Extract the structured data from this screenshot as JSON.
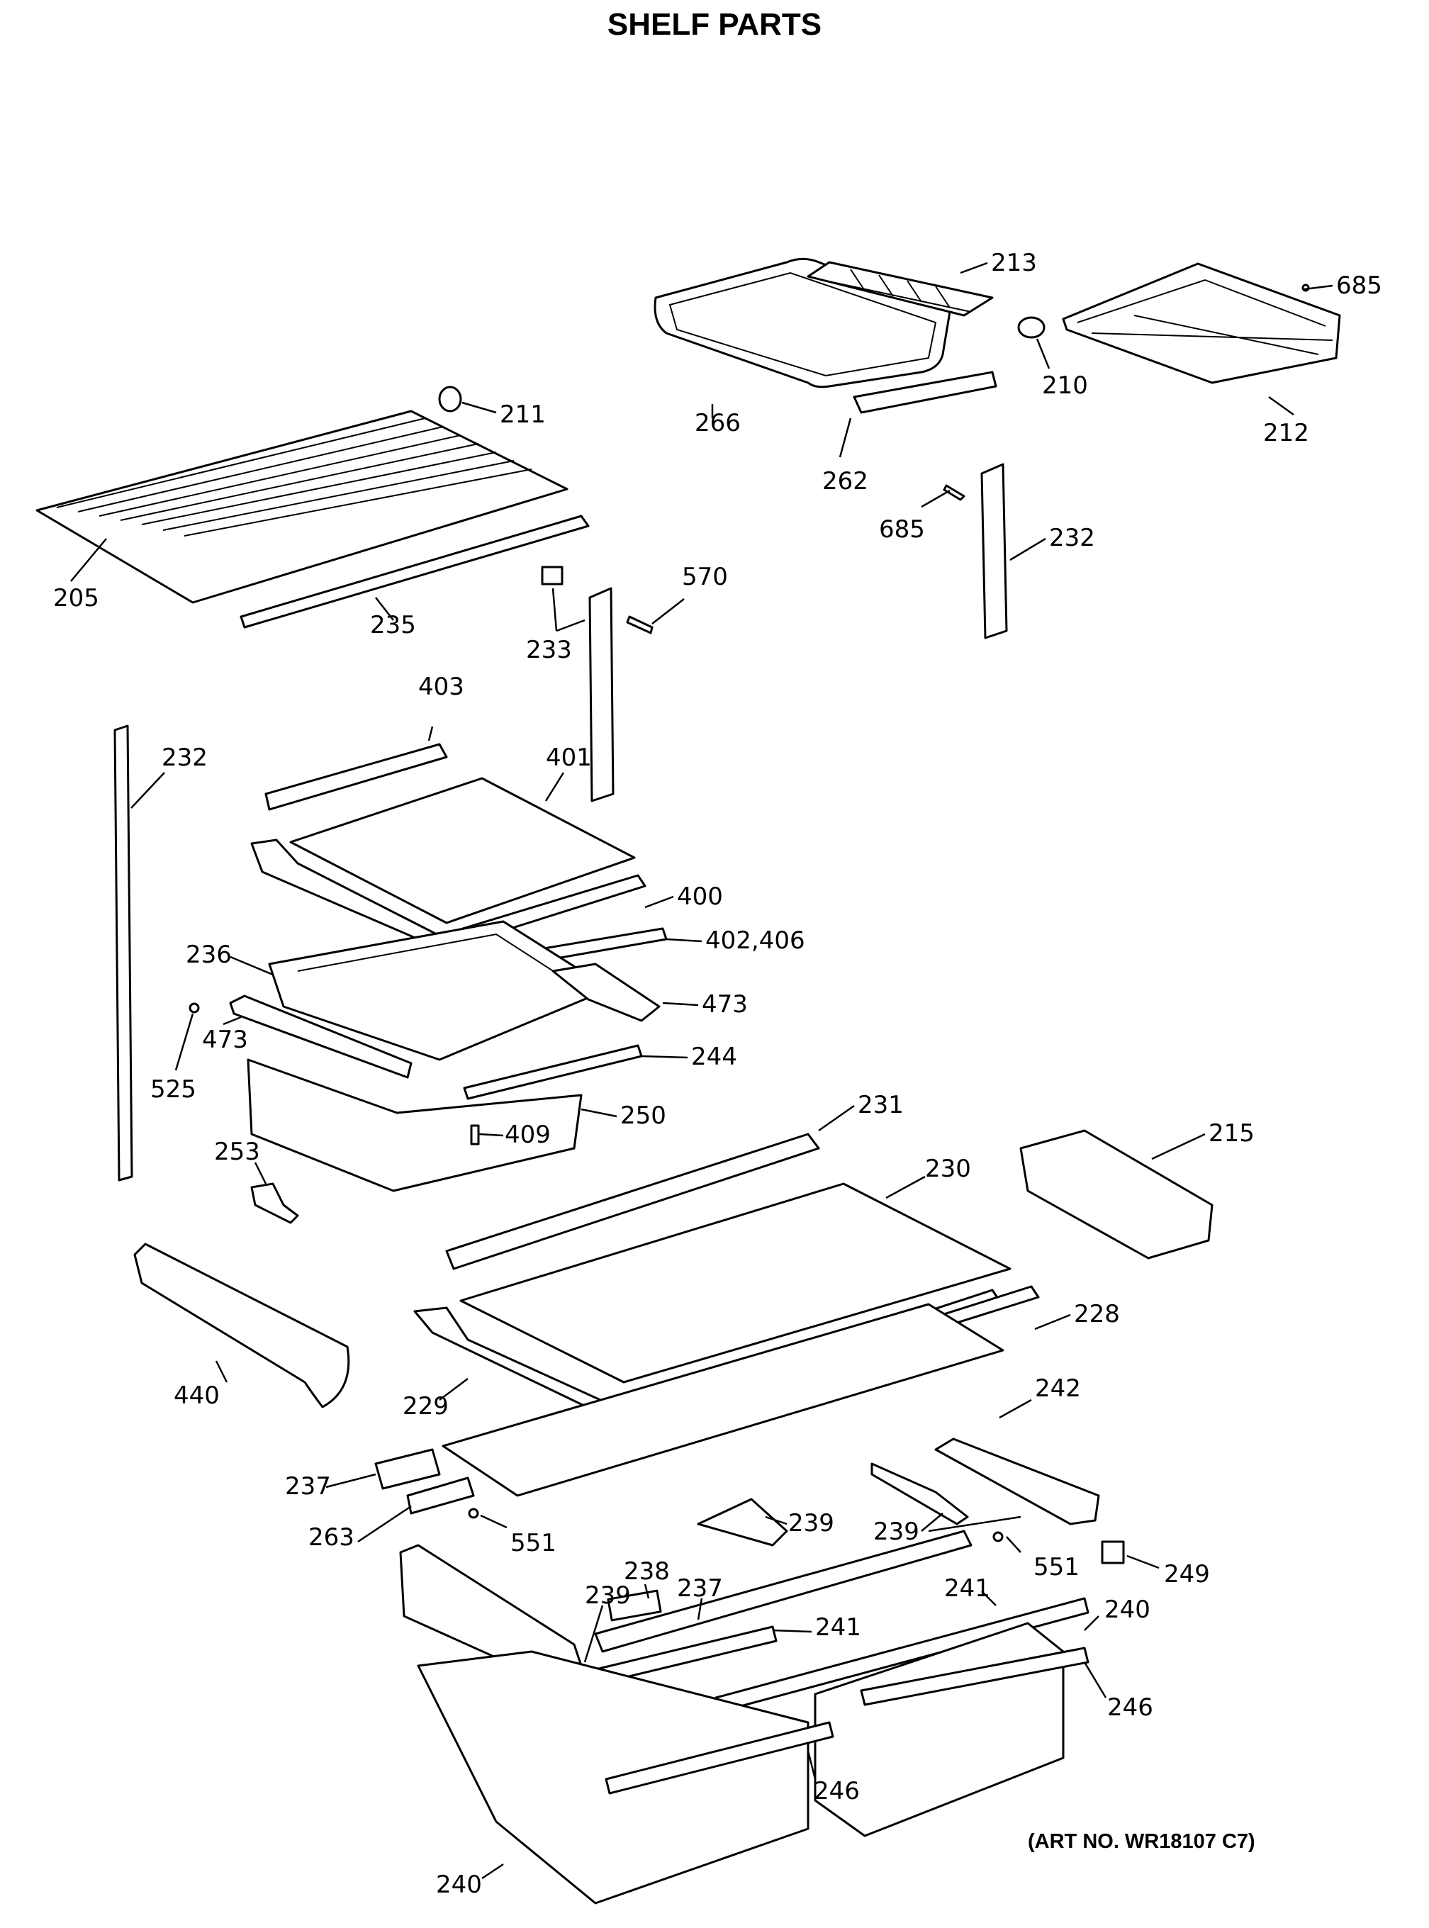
{
  "title": "SHELF PARTS",
  "art_no": "(ART NO. WR18107 C7)",
  "labels": {
    "l213": "213",
    "l685a": "685",
    "l211": "211",
    "l266": "266",
    "l210": "210",
    "l212": "212",
    "l262": "262",
    "l685b": "685",
    "l232a": "232",
    "l570": "570",
    "l205": "205",
    "l235": "235",
    "l233": "233",
    "l403": "403",
    "l232b": "232",
    "l401": "401",
    "l400": "400",
    "l402_406": "402,406",
    "l236": "236",
    "l473a": "473",
    "l473b": "473",
    "l525": "525",
    "l244": "244",
    "l409": "409",
    "l250": "250",
    "l231": "231",
    "l215": "215",
    "l253": "253",
    "l230": "230",
    "l228": "228",
    "l440": "440",
    "l229": "229",
    "l242": "242",
    "l237a": "237",
    "l239a": "239",
    "l263": "263",
    "l551a": "551",
    "l239b": "239",
    "l238": "238",
    "l239c": "239",
    "l237b": "237",
    "l551b": "551",
    "l249": "249",
    "l241a": "241",
    "l240a": "240",
    "l241b": "241",
    "l246a": "246",
    "l246b": "246",
    "l240b": "240"
  }
}
